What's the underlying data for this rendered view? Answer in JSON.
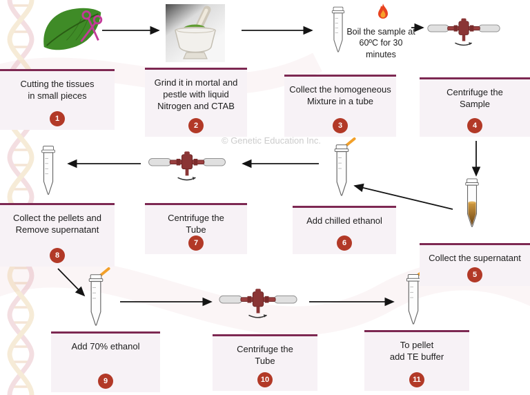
{
  "watermark": "© Genetic Education Inc.",
  "boil_note": "Boil the sample at\n60ºC for 30\nminutes",
  "steps": [
    {
      "num": "1",
      "label": "Cutting the tissues\nin small pieces"
    },
    {
      "num": "2",
      "label": "Grind it in mortal and\npestle with liquid\nNitrogen and CTAB"
    },
    {
      "num": "3",
      "label": "Collect the homogeneous\nMixture in a tube"
    },
    {
      "num": "4",
      "label": "Centrifuge the\nSample"
    },
    {
      "num": "5",
      "label": "Collect the supernatant"
    },
    {
      "num": "6",
      "label": "Add chilled ethanol"
    },
    {
      "num": "7",
      "label": "Centrifuge the\nTube"
    },
    {
      "num": "8",
      "label": "Collect the pellets and\nRemove supernatant"
    },
    {
      "num": "9",
      "label": "Add 70% ethanol"
    },
    {
      "num": "10",
      "label": "Centrifuge the\nTube"
    },
    {
      "num": "11",
      "label": "To pellet\nadd TE buffer"
    }
  ],
  "icons": [
    "leaf-scissors-icon",
    "mortar-pestle-image",
    "tube-icon",
    "flame-icon",
    "centrifuge-icon",
    "pipette-tube-icon",
    "supernatant-tube-icon",
    "dna-helix-background"
  ],
  "colors": {
    "box_background": "#f7f2f6",
    "box_top_border": "#7d2852",
    "badge": "#b23927",
    "arrow": "#141414",
    "flame": "#e8431f",
    "leaf_green": "#3f8b27",
    "scissors_magenta": "#c23a98",
    "centrifuge_maroon": "#8a3535",
    "supernatant_amber": "#b07a28"
  }
}
